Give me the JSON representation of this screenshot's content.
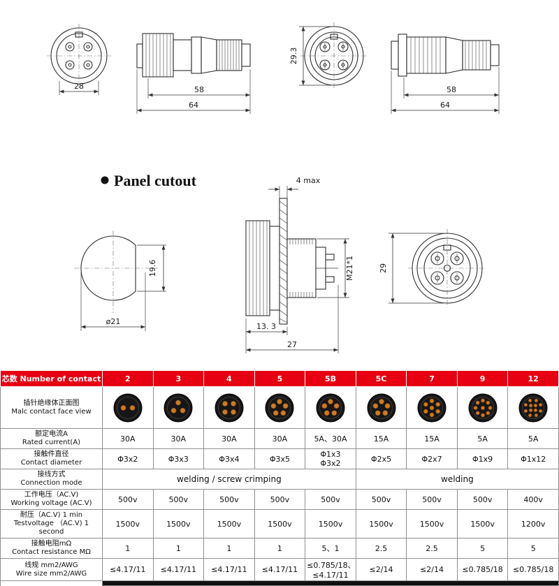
{
  "drawings": {
    "panel_cutout_label": "Panel cutout",
    "plug_front": {
      "width": "28"
    },
    "plug_side": {
      "len1": "58",
      "len2": "64"
    },
    "socket_front": {
      "height": "29.3"
    },
    "socket_side": {
      "len1": "58",
      "len2": "64"
    },
    "cutout": {
      "flat": "19.6",
      "diameter": "ø21"
    },
    "panel_mount": {
      "panel_thickness": "4 max",
      "thread": "M21*1",
      "front_len": "13. 3",
      "total_len": "27"
    },
    "rear_view": {
      "diameter": "29"
    }
  },
  "table": {
    "accent_color": "#e60012",
    "header_label": "芯数 Number of contact",
    "columns": [
      "2",
      "3",
      "4",
      "5",
      "5B",
      "5C",
      "7",
      "9",
      "12"
    ],
    "face_row": {
      "label_cn": "插针绝缘体正面图",
      "label_en": "Malc contact face view",
      "pins": [
        2,
        3,
        4,
        5,
        5,
        5,
        7,
        9,
        12
      ]
    },
    "rows": [
      {
        "id": "rated-current",
        "label_cn": "额定电流A",
        "label_en": "Rated current(A)",
        "values": [
          "30A",
          "30A",
          "30A",
          "30A",
          "5A、30A",
          "15A",
          "15A",
          "5A",
          "5A"
        ]
      },
      {
        "id": "contact-diameter",
        "label_cn": "接触件直径",
        "label_en": "Contact diameter",
        "values": [
          "Φ3x2",
          "Φ3x3",
          "Φ3x4",
          "Φ3x5",
          "Φ1x3\nΦ3x2",
          "Φ2x5",
          "Φ2x7",
          "Φ1x9",
          "Φ1x12"
        ]
      },
      {
        "id": "connection-mode",
        "label_cn": "接线方式",
        "label_en": "Connection mode",
        "spans": [
          {
            "label": "welding / screw crimping",
            "cols": 5
          },
          {
            "label": "welding",
            "cols": 4
          }
        ]
      },
      {
        "id": "working-voltage",
        "label_cn": "工作电压（AC.V)",
        "label_en": "Working voltage (AC.V)",
        "values": [
          "500v",
          "500v",
          "500v",
          "500v",
          "500v",
          "500v",
          "500v",
          "500v",
          "400v"
        ]
      },
      {
        "id": "test-voltage",
        "label_cn": "耐压（AC.V) 1 min",
        "label_en": "Testvoltage （AC.V) 1 second",
        "values": [
          "1500v",
          "1500v",
          "1500v",
          "1500v",
          "1500v",
          "1500v",
          "1500v",
          "1500v",
          "1200v"
        ]
      },
      {
        "id": "contact-resistance",
        "label_cn": "接触电阻mΩ",
        "label_en": "Contact resistance MΩ",
        "values": [
          "1",
          "1",
          "1",
          "1",
          "5、1",
          "2.5",
          "2.5",
          "5",
          "5"
        ]
      },
      {
        "id": "wire-size",
        "label_cn": "线规 mm2/AWG",
        "label_en": "Wire size mm2/AWG",
        "values": [
          "≤4.17/11",
          "≤4.17/11",
          "≤4.17/11",
          "≤4.17/11",
          "≤0.785/18、\n≤4.17/11",
          "≤2/14",
          "≤2/14",
          "≤0.785/18",
          "≤0.785/18"
        ]
      }
    ]
  }
}
